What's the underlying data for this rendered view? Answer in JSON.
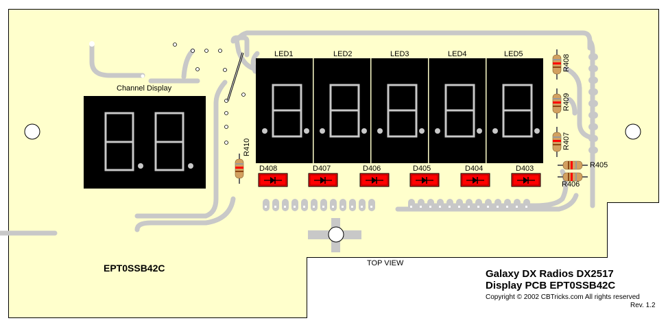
{
  "board": {
    "name": "EPT0SSB42C",
    "view_label": "TOP VIEW",
    "colors": {
      "substrate": "#ffffcc",
      "trace": "#c8c8c8",
      "display_body": "#000000",
      "segment": "#c8c8c8",
      "diode_body": "#ff0000",
      "resistor_body": "#d2a060",
      "outline": "#000000"
    }
  },
  "channel_display": {
    "label": "Channel Display",
    "digits": 2
  },
  "led_displays": [
    {
      "label": "LED1"
    },
    {
      "label": "LED2"
    },
    {
      "label": "LED3"
    },
    {
      "label": "LED4"
    },
    {
      "label": "LED5"
    }
  ],
  "diodes": [
    {
      "label": "D408"
    },
    {
      "label": "D407"
    },
    {
      "label": "D406"
    },
    {
      "label": "D405"
    },
    {
      "label": "D404"
    },
    {
      "label": "D403"
    }
  ],
  "resistors": [
    {
      "label": "R408",
      "orientation": "vertical"
    },
    {
      "label": "R409",
      "orientation": "vertical"
    },
    {
      "label": "R407",
      "orientation": "vertical"
    },
    {
      "label": "R405",
      "orientation": "horizontal"
    },
    {
      "label": "R406",
      "orientation": "horizontal"
    },
    {
      "label": "R410",
      "orientation": "vertical"
    }
  ],
  "title_block": {
    "line1": "Galaxy DX Radios DX2517",
    "line2": "Display PCB EPT0SSB42C",
    "copyright": "Copyright © 2002 CBTricks.com   All rights reserved",
    "revision": "Rev. 1.2"
  }
}
